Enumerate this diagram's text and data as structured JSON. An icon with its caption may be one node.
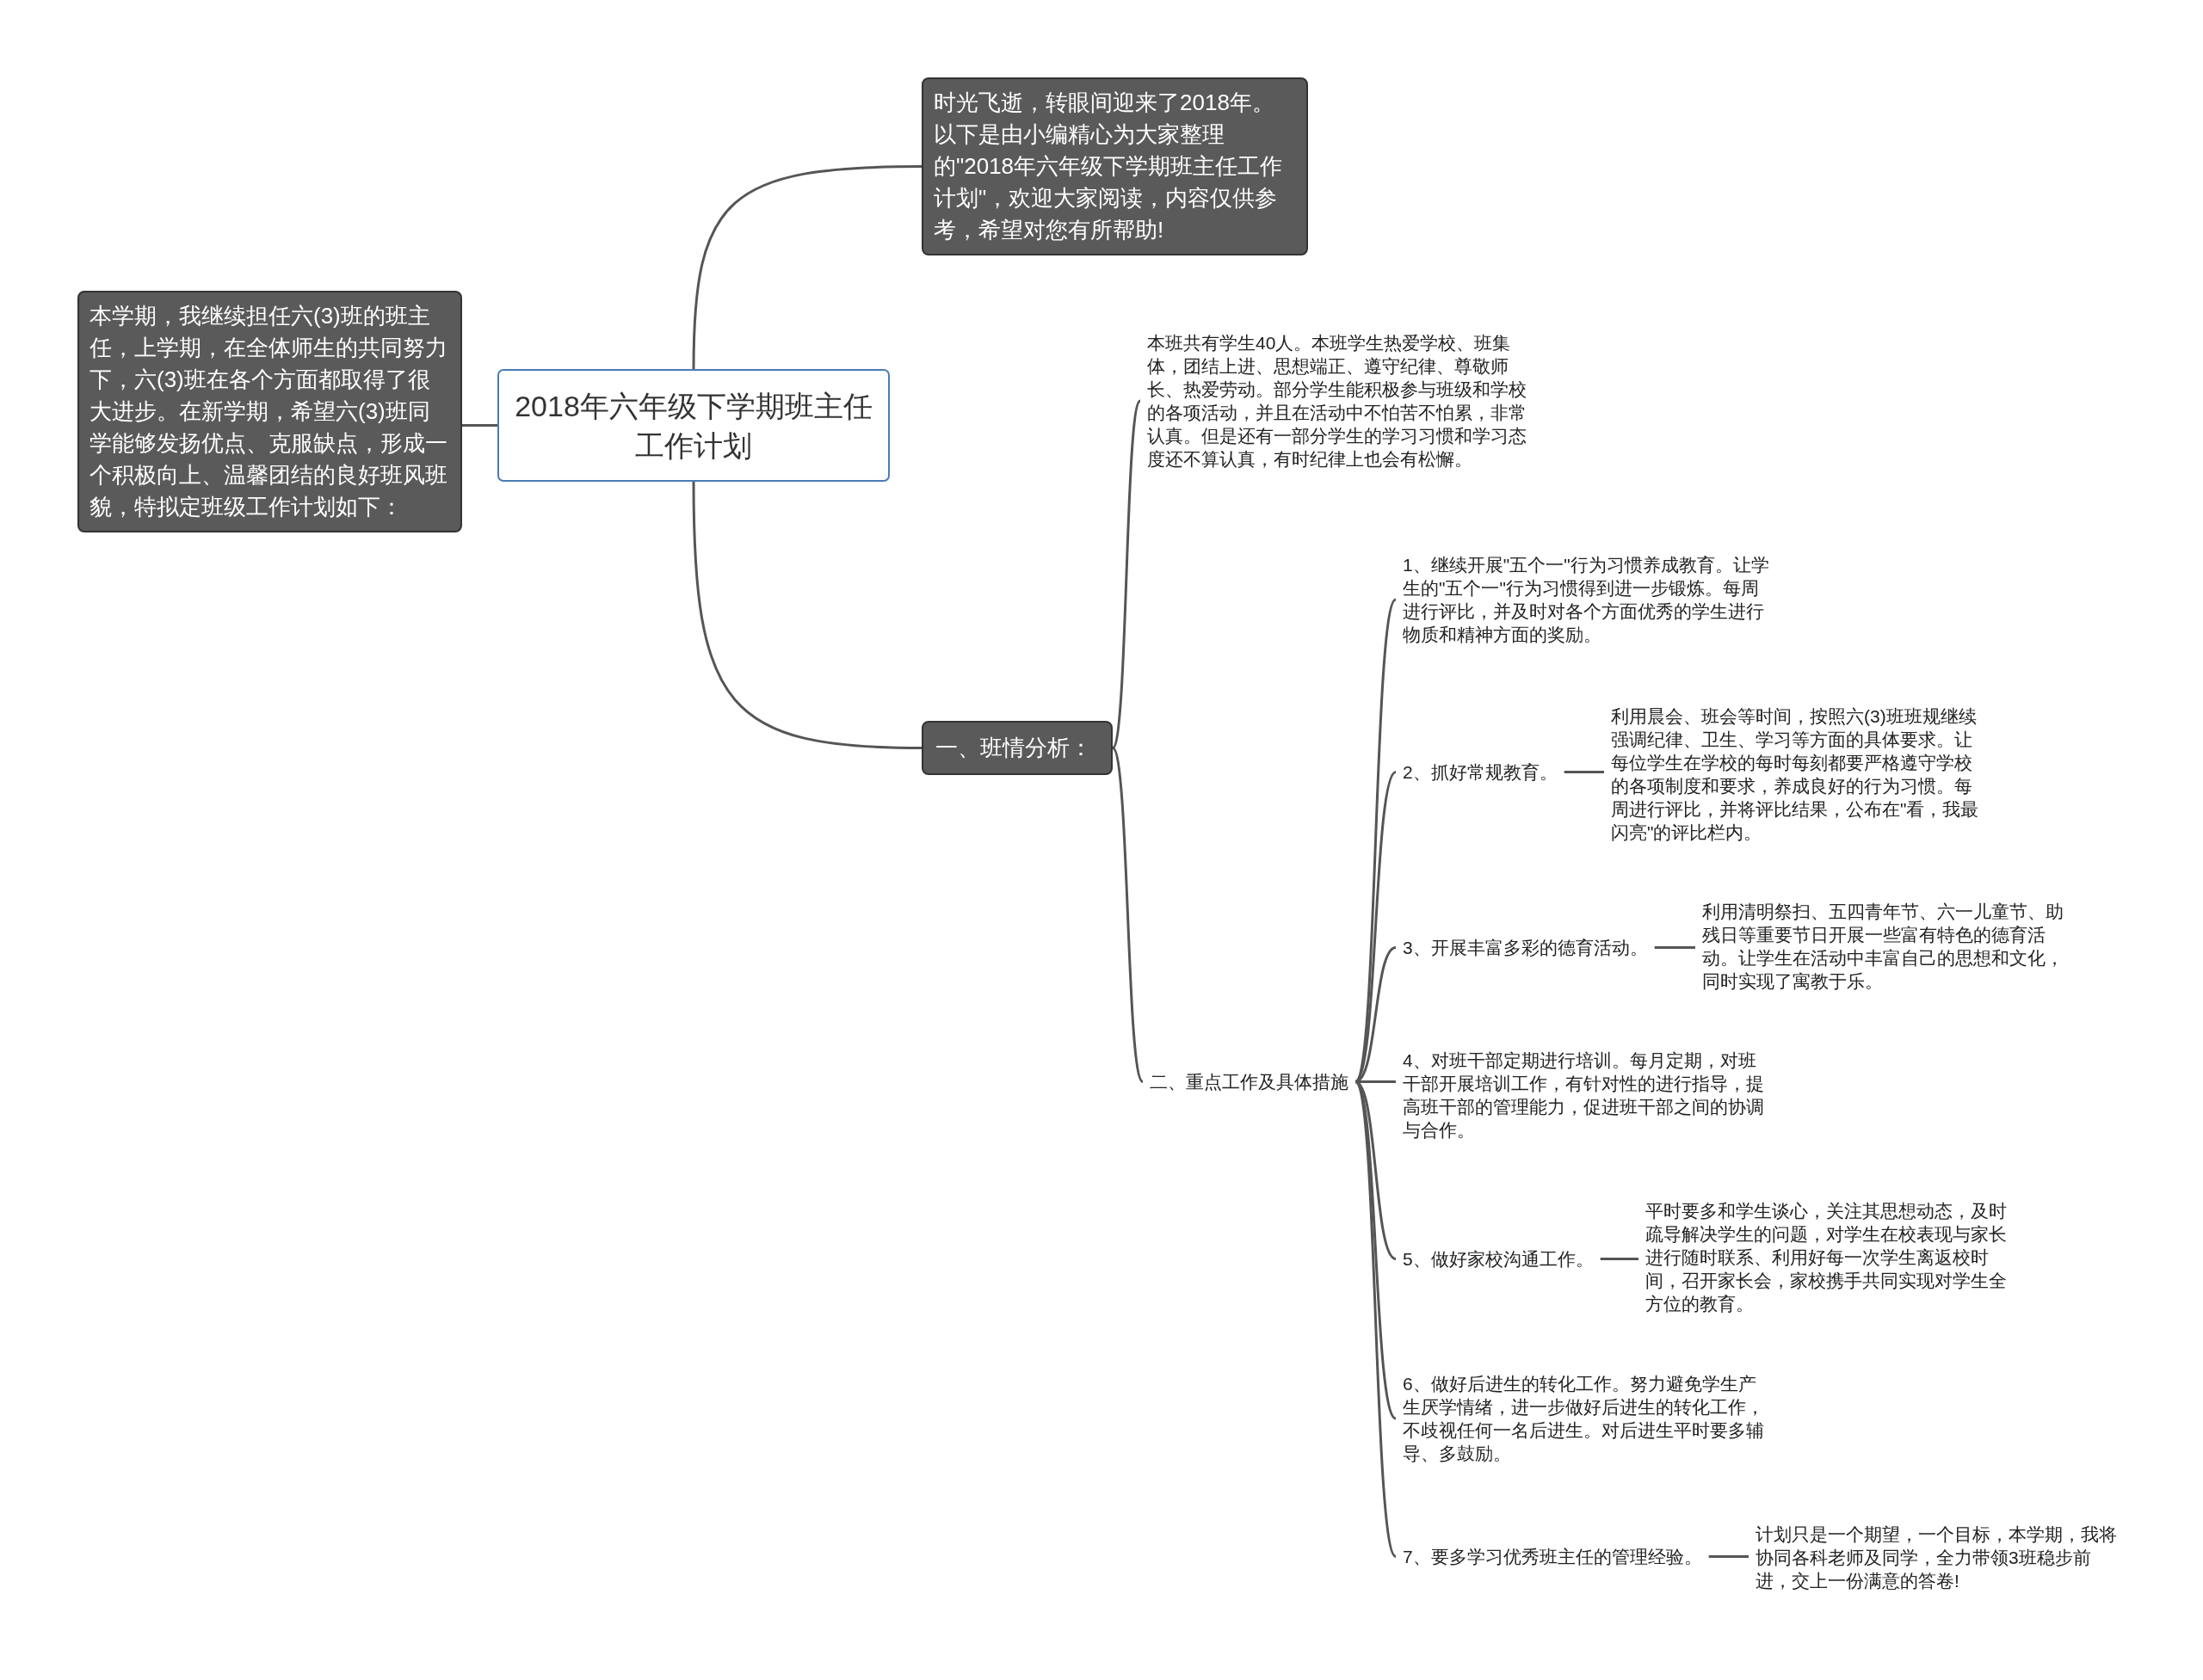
{
  "diagram": {
    "nodes": [
      {
        "text": [
          "2018年六年级下学期班主任工作计划"
        ]
      },
      {
        "text": [
          "本学期，我继续担任六(3)班的班主任，上学期，在全体师生的共同努力下，六(3)班在各个方面都取得了很大进步。在新学期，希望六(3)班同学能够发扬优点、克服缺点，形成一个积极向上、温馨团结的良好班风班貌，特拟定班级工作计划如下："
        ]
      },
      {
        "text": [
          "时光飞逝，转眼间迎来了2018年。以下是由小编精心为大家整理的\"2018年六年级下学期班主任工作计划\"，欢迎大家阅读，内容仅供参考，希望对您有所帮助!"
        ]
      },
      {
        "text": [
          "一、班情分析："
        ]
      },
      {
        "text": [
          "本班共有学生40人。本班学生热爱学校、班集体，团结上进、思想端正、遵守纪律、尊敬师长、热爱劳动。部分学生能积极参与班级和学校的各项活动，并且在活动中不怕苦不怕累，非常认真。但是还有一部分学生的学习习惯和学习态度还不算认真，有时纪律上也会有松懈。"
        ]
      },
      {
        "text": [
          "二、重点工作及具体措施"
        ]
      },
      {
        "text": [
          "1、继续开展\"五个一\"行为习惯养成教育。让学生的\"五个一\"行为习惯得到进一步锻炼。每周进行评比，并及时对各个方面优秀的学生进行物质和精神方面的奖励。"
        ]
      },
      {
        "text": [
          "2、抓好常规教育。"
        ]
      },
      {
        "text": [
          "利用晨会、班会等时间，按照六(3)班班规继续强调纪律、卫生、学习等方面的具体要求。让每位学生在学校的每时每刻都要严格遵守学校的各项制度和要求，养成良好的行为习惯。每周进行评比，并将评比结果，公布在\"看，我最闪亮\"的评比栏内。"
        ]
      },
      {
        "text": [
          "3、开展丰富多彩的德育活动。"
        ]
      },
      {
        "text": [
          "利用清明祭扫、五四青年节、六一儿童节、助残日等重要节日开展一些富有特色的德育活动。让学生在活动中丰富自己的思想和文化，同时实现了寓教于乐。"
        ]
      },
      {
        "text": [
          "4、对班干部定期进行培训。每月定期，对班干部开展培训工作，有针对性的进行指导，提高班干部的管理能力，促进班干部之间的协调与合作。"
        ]
      },
      {
        "text": [
          "5、做好家校沟通工作。"
        ]
      },
      {
        "text": [
          "平时要多和学生谈心，关注其思想动态，及时疏导解决学生的问题，对学生在校表现与家长进行随时联系、利用好每一次学生离返校时间，召开家长会，家校携手共同实现对学生全方位的教育。"
        ]
      },
      {
        "text": [
          "6、做好后进生的转化工作。努力避免学生产生厌学情绪，进一步做好后进生的转化工作，不歧视任何一名后进生。对后进生平时要多辅导、多鼓励。"
        ]
      },
      {
        "text": [
          "7、要多学习优秀班主任的管理经验。"
        ]
      },
      {
        "text": [
          "计划只是一个期望，一个目标，本学期，我将协同各科老师及同学，全力带领3班稳步前进，交上一份满意的答卷!"
        ]
      }
    ],
    "edges": [
      {
        "from": 0,
        "to": 1,
        "arrow": "none"
      },
      {
        "from": 0,
        "to": 2,
        "arrow": "none"
      },
      {
        "from": 0,
        "to": 3,
        "arrow": "none"
      },
      {
        "from": 3,
        "to": 4,
        "arrow": "none"
      },
      {
        "from": 3,
        "to": 5,
        "arrow": "none"
      },
      {
        "from": 5,
        "to": 6,
        "arrow": "none"
      },
      {
        "from": 5,
        "to": 7,
        "arrow": "none"
      },
      {
        "from": 7,
        "to": 8,
        "arrow": "none"
      },
      {
        "from": 5,
        "to": 9,
        "arrow": "none"
      },
      {
        "from": 9,
        "to": 10,
        "arrow": "none"
      },
      {
        "from": 5,
        "to": 11,
        "arrow": "none"
      },
      {
        "from": 5,
        "to": 12,
        "arrow": "none"
      },
      {
        "from": 12,
        "to": 13,
        "arrow": "none"
      },
      {
        "from": 5,
        "to": 14,
        "arrow": "none"
      },
      {
        "from": 5,
        "to": 15,
        "arrow": "none"
      },
      {
        "from": 15,
        "to": 16,
        "arrow": "none"
      }
    ]
  }
}
